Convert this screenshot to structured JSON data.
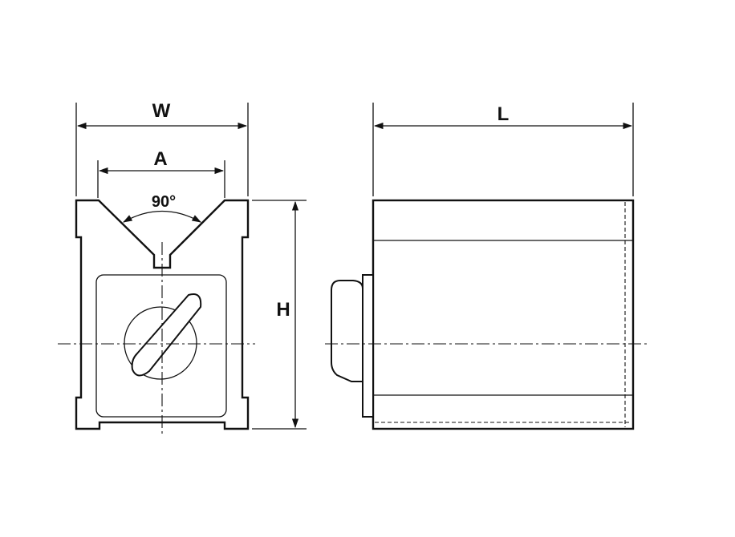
{
  "labels": {
    "width": "W",
    "v_opening": "A",
    "angle": "90°",
    "height": "H",
    "length": "L"
  }
}
